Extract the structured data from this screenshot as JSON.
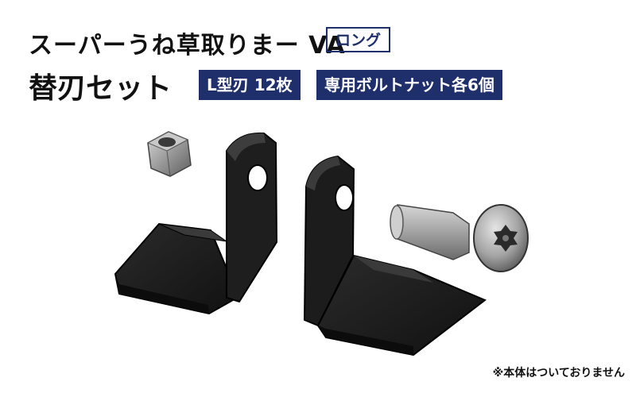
{
  "header": {
    "title_line1": "スーパーうね草取りまー VA",
    "title_variant_badge": "ロング",
    "title_line2": "替刃セット",
    "blade_badge": "L型刃 12枚",
    "bolt_badge": "専用ボルトナット各6個"
  },
  "footer": {
    "note": "※本体はついておりません"
  },
  "colors": {
    "navy": "#1f2f6b",
    "blade_dark": "#1b1b1b",
    "metal": "#9a9a9a"
  }
}
